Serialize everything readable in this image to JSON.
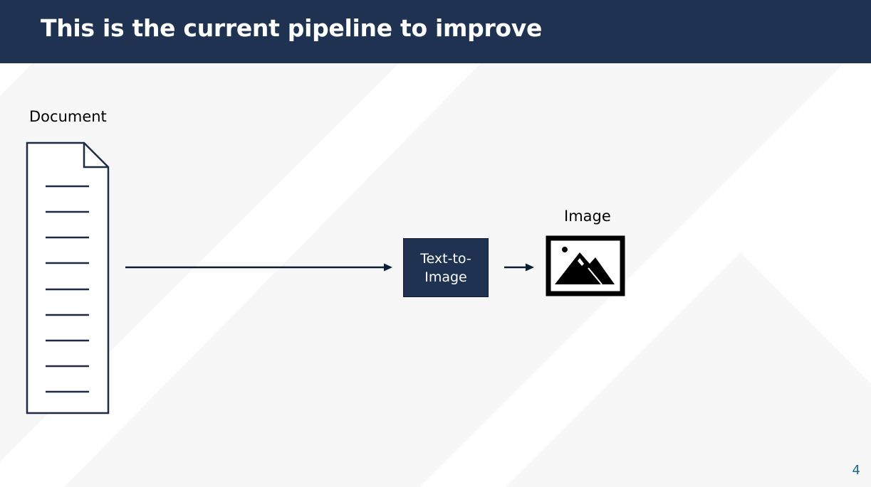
{
  "slide": {
    "title": "This is the current pipeline to improve",
    "page_number": "4"
  },
  "diagram": {
    "nodes": [
      {
        "id": "document",
        "label": "Document",
        "icon": "document-icon"
      },
      {
        "id": "text-to-image",
        "label": "Text-to-Image",
        "display_lines": [
          "Text-to-",
          "Image"
        ]
      },
      {
        "id": "image",
        "label": "Image",
        "icon": "image-icon"
      }
    ],
    "edges": [
      {
        "from": "document",
        "to": "text-to-image"
      },
      {
        "from": "text-to-image",
        "to": "image"
      }
    ]
  },
  "colors": {
    "header": "#1f3251",
    "box": "#1f3251",
    "page_number": "#1b6a8c",
    "background_band": "#f7f7f7"
  }
}
